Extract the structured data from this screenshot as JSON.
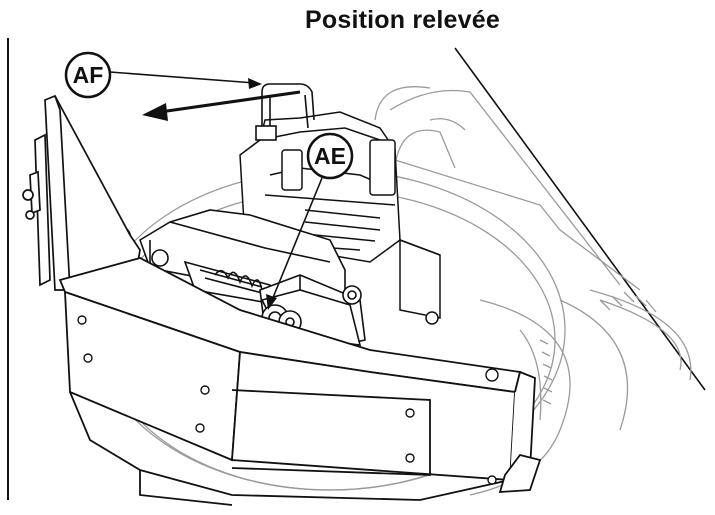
{
  "title": "Position relevée",
  "callouts": [
    {
      "id": "af",
      "label": "AF"
    },
    {
      "id": "ae",
      "label": "AE"
    }
  ],
  "colors": {
    "ink": "#111111",
    "light_line": "#9a9a9a",
    "paper": "#ffffff"
  }
}
